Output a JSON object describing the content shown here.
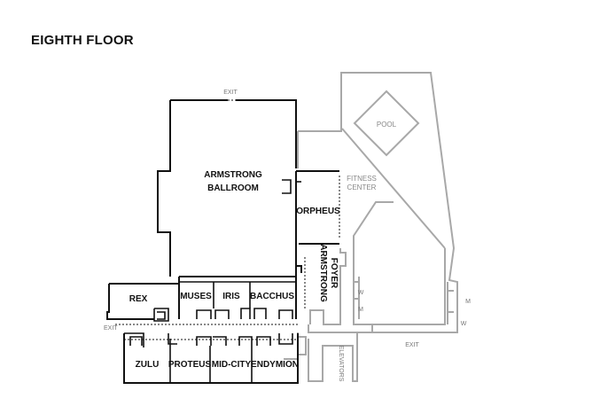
{
  "map": {
    "title": "EIGHTH FLOOR",
    "rooms": {
      "armstrong_ballroom": [
        "ARMSTRONG",
        "BALLROOM"
      ],
      "orpheus": "ORPHEUS",
      "armstrong_foyer": [
        "ARMSTRONG",
        "FOYER"
      ],
      "rex": "REX",
      "muses": "MUSES",
      "iris": "IRIS",
      "bacchus": "BACCHUS",
      "zulu": "ZULU",
      "proteus": "PROTEUS",
      "mid_city": "MID-CITY",
      "endymion": "ENDYMION",
      "pool": "POOL",
      "fitness_center": [
        "FITNESS",
        "CENTER"
      ],
      "elevators": "ELEVATORS"
    },
    "exits": {
      "top": "EXIT",
      "left": "EXIT",
      "bottom": "EXIT"
    },
    "restrooms": {
      "w1": "W",
      "m1": "M",
      "m2": "M",
      "w2": "W"
    }
  }
}
